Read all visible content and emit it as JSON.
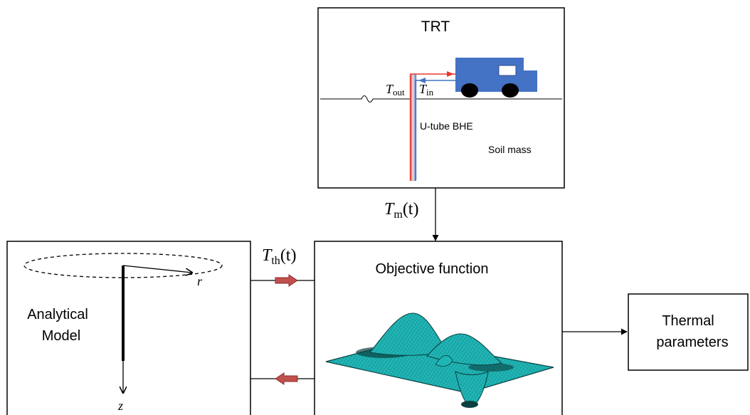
{
  "colors": {
    "truck": "#4472C4",
    "pipe_hot": "#E8392E",
    "pipe_cold": "#4472C4",
    "arrow_fill": "#C0504D",
    "arrow_edge": "#8C2A28",
    "surface": "#1FB5B5",
    "surface_dark": "#0A4040"
  },
  "trt": {
    "title": "TRT",
    "t_out_main": "T",
    "t_out_sub": "out",
    "t_in_main": "T",
    "t_in_sub": "in",
    "utube_label": "U-tube BHE",
    "soil_label": "Soil mass"
  },
  "measured": {
    "main": "T",
    "sub": "m",
    "arg": "(t)"
  },
  "theoretical": {
    "main": "T",
    "sub": "th",
    "arg": "(t)"
  },
  "analytical": {
    "line1": "Analytical",
    "line2": "Model",
    "r_label": "r",
    "z_label": "z"
  },
  "objective": {
    "title": "Objective function"
  },
  "output": {
    "line1": "Thermal",
    "line2": "parameters"
  }
}
